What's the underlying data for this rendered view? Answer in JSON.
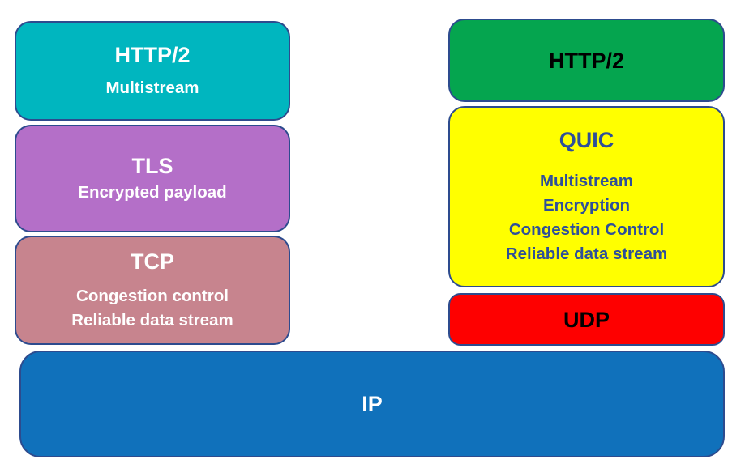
{
  "colors": {
    "border": "#2d4b8e",
    "background": "#ffffff"
  },
  "stacks": {
    "left": [
      {
        "id": "http2-over-tcp",
        "title": "HTTP/2",
        "lines": [
          "Multistream"
        ],
        "bg": "#00b6bf",
        "text_color": "#ffffff"
      },
      {
        "id": "tls",
        "title": "TLS",
        "lines": [
          "Encrypted payload"
        ],
        "bg": "#b46fc8",
        "text_color": "#ffffff"
      },
      {
        "id": "tcp",
        "title": "TCP",
        "lines": [
          "Congestion control",
          "Reliable data stream"
        ],
        "bg": "#c7848e",
        "text_color": "#ffffff"
      }
    ],
    "right": [
      {
        "id": "http2-over-quic",
        "title": "HTTP/2",
        "lines": [],
        "bg": "#05a54f",
        "text_color": "#000000"
      },
      {
        "id": "quic",
        "title": "QUIC",
        "lines": [
          "Multistream",
          "Encryption",
          "Congestion Control",
          "Reliable data stream"
        ],
        "bg": "#ffff00",
        "text_color": "#2e4f99"
      },
      {
        "id": "udp",
        "title": "UDP",
        "lines": [],
        "bg": "#fe0000",
        "text_color": "#000000"
      }
    ],
    "base": {
      "id": "ip",
      "title": "IP",
      "lines": [],
      "bg": "#1071bb",
      "text_color": "#ffffff"
    }
  }
}
